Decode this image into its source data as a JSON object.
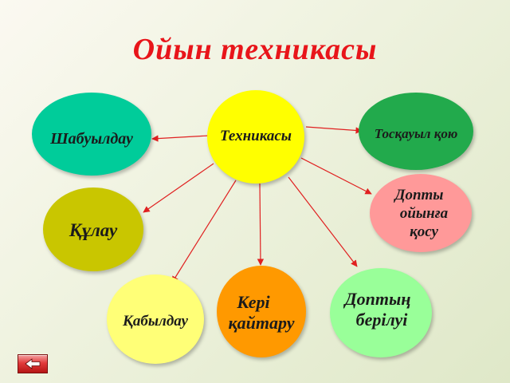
{
  "title": "Ойын техникасы",
  "center": {
    "label": "Техникасы",
    "color": "#ffff00"
  },
  "nodes": {
    "attack": {
      "label": "Шабуылдау",
      "color": "#00cc9a"
    },
    "defense": {
      "label": "Тосқауыл қою",
      "color": "#22aa4c"
    },
    "put_in_play": {
      "label": "Допты ойынға қосу",
      "lines": [
        "Допты",
        "ойынға",
        "қосу"
      ],
      "color": "#ff9999"
    },
    "fall": {
      "label": "Құлау",
      "color": "#c9c600"
    },
    "reception": {
      "label": "Қабылдау",
      "color": "#ffff77"
    },
    "return": {
      "label": "Кері қайтару",
      "lines": [
        "Кері",
        "қайтару"
      ],
      "color": "#ff9900"
    },
    "serve": {
      "label": "Доптың берілуі",
      "lines": [
        "Доптың",
        "берілуі"
      ],
      "color": "#99ff99"
    }
  },
  "colors": {
    "title": "#e8151a",
    "arrow": "#e02020"
  },
  "nav": {
    "icon": "back-arrow-icon"
  }
}
